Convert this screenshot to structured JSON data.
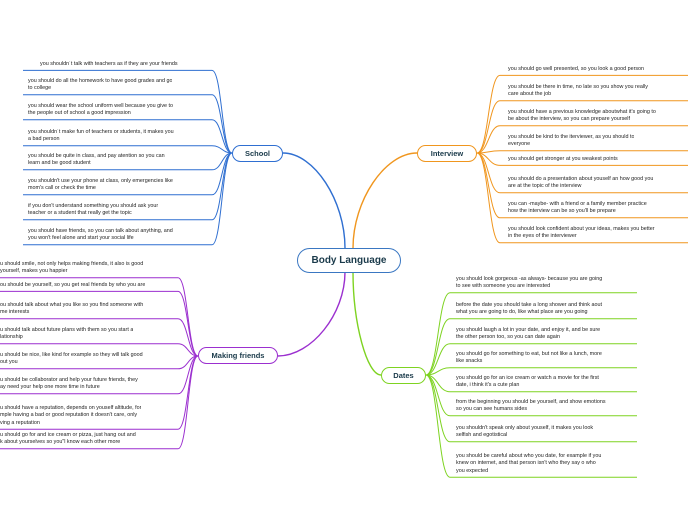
{
  "central": "Body Language",
  "branches": {
    "school": {
      "label": "School",
      "color": "#2f6fd1",
      "leaves": [
        "you shouldn´t talk with teachers as if they are your friends",
        "you should do all the homework to have good grades and go\nto college",
        "you should wear the school uniform well because you give to\nthe people out of school a good impression",
        "you shouldn´t make fun of teachers or students, it makes you\na bad person",
        "you should be quite in class, and pay atention so you can\nlearn and be good student",
        "you shouldn't use your phone at class, only emergencies like\nmom's call or check the time",
        "if you don't understand something you should ask your\nteacher or a student that really get the topic",
        "you should have friends, so you can talk about anything, and\nyou won't feel alone and start your social life"
      ]
    },
    "interview": {
      "label": "Interview",
      "color": "#f0961e",
      "leaves": [
        "you should go well presented, so you look a good person",
        "you should be there in time, no late so you show you really\ncare about the job",
        "you should have a previous knowledge aboutwhat it's going to\nbe about the interview, so you can prepare yourself",
        "you should be kind to the iterviewer, as you should to\neveryone",
        "you should get stronger at you weakest points",
        "you should do a presentation about youself an how good you\nare at the topic of the interview",
        "you can -maybe- with a friend or a family member practice\nhow the interview can be so you'll be prepare",
        "you should look confident about your ideas, makes you better\nin the eyes of the interviewer"
      ]
    },
    "making_friends": {
      "label": "Making friends",
      "color": "#9b2fcf",
      "leaves": [
        "u should smile, not only helps making friends, it also is good\n yourself, makes you happier",
        "ou should be yourself, so you get real friends by who you are",
        "ou should talk about what you like so you find someone with\nme interests",
        "u should talk about future plans with them so you start a\nlationship",
        "u should be nice, like kind for example so they will talk good\nout you",
        "u should be collaborator and help your future friends, they\nay need your help one more time in future",
        "u should have a reputation, depends on youself altitude, for\nmple having a bad or good reputation it doesn't care, only\nving a reputation",
        "u should go for and ice cream or pizza, just hang out and\nk about yourselves so you\"l know each other more"
      ]
    },
    "dates": {
      "label": "Dates",
      "color": "#7ed321",
      "leaves": [
        "you should look gorgeous -as always- because you are going\nto see with someone you are interested",
        "before the date you should take a long shower and think aout\nwhat you are going to do, like what place are you going",
        "you should laugh a lot in your date, and enjoy it, and be sure\nthe other person too, so you can date again",
        "you should go for something to eat, but not like a lunch, more\nlike snacks",
        "you should go for an ice cream or watch a movie for the first\ndate, i think it's a cute plan",
        "from the beginning you should be yourself, and show emotions\nso you can see humans sides",
        "you shouldn't speak only about youself, it makes you look\nselfish and egotistical",
        "you should be careful about who you date, for example if you\nknew on internet, and that person isn't who they say o who\nyou expected"
      ]
    }
  }
}
